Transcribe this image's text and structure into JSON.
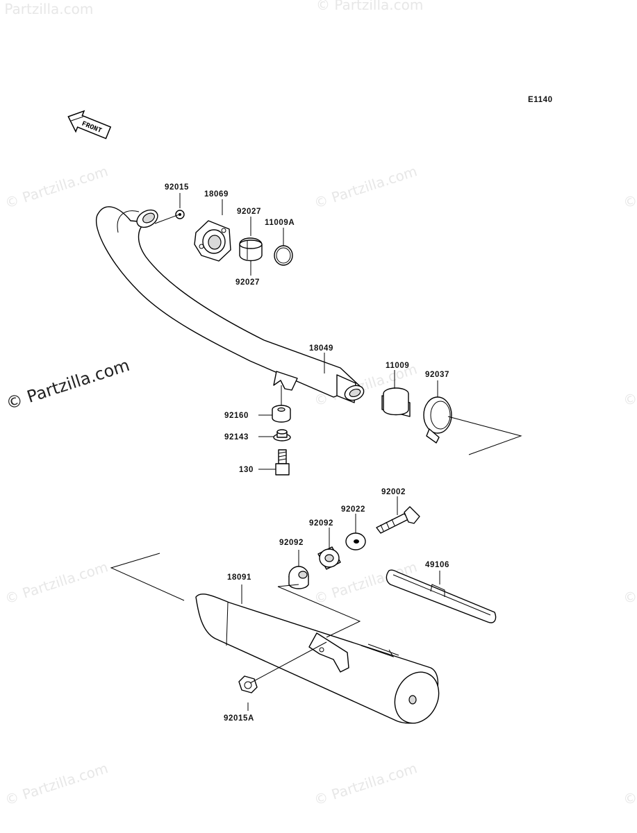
{
  "diagram_code": "E1140",
  "front_label": "FRONT",
  "watermark": "© Partzilla.com",
  "parts": {
    "p92015": "92015",
    "p18069": "18069",
    "p92027a": "92027",
    "p11009a": "11009A",
    "p92027b": "92027",
    "p18049": "18049",
    "p11009": "11009",
    "p92037": "92037",
    "p92160": "92160",
    "p92143": "92143",
    "p130": "130",
    "p92002": "92002",
    "p92022": "92022",
    "p92092a": "92092",
    "p92092b": "92092",
    "p49106": "49106",
    "p18091": "18091",
    "p92015a": "92015A"
  }
}
